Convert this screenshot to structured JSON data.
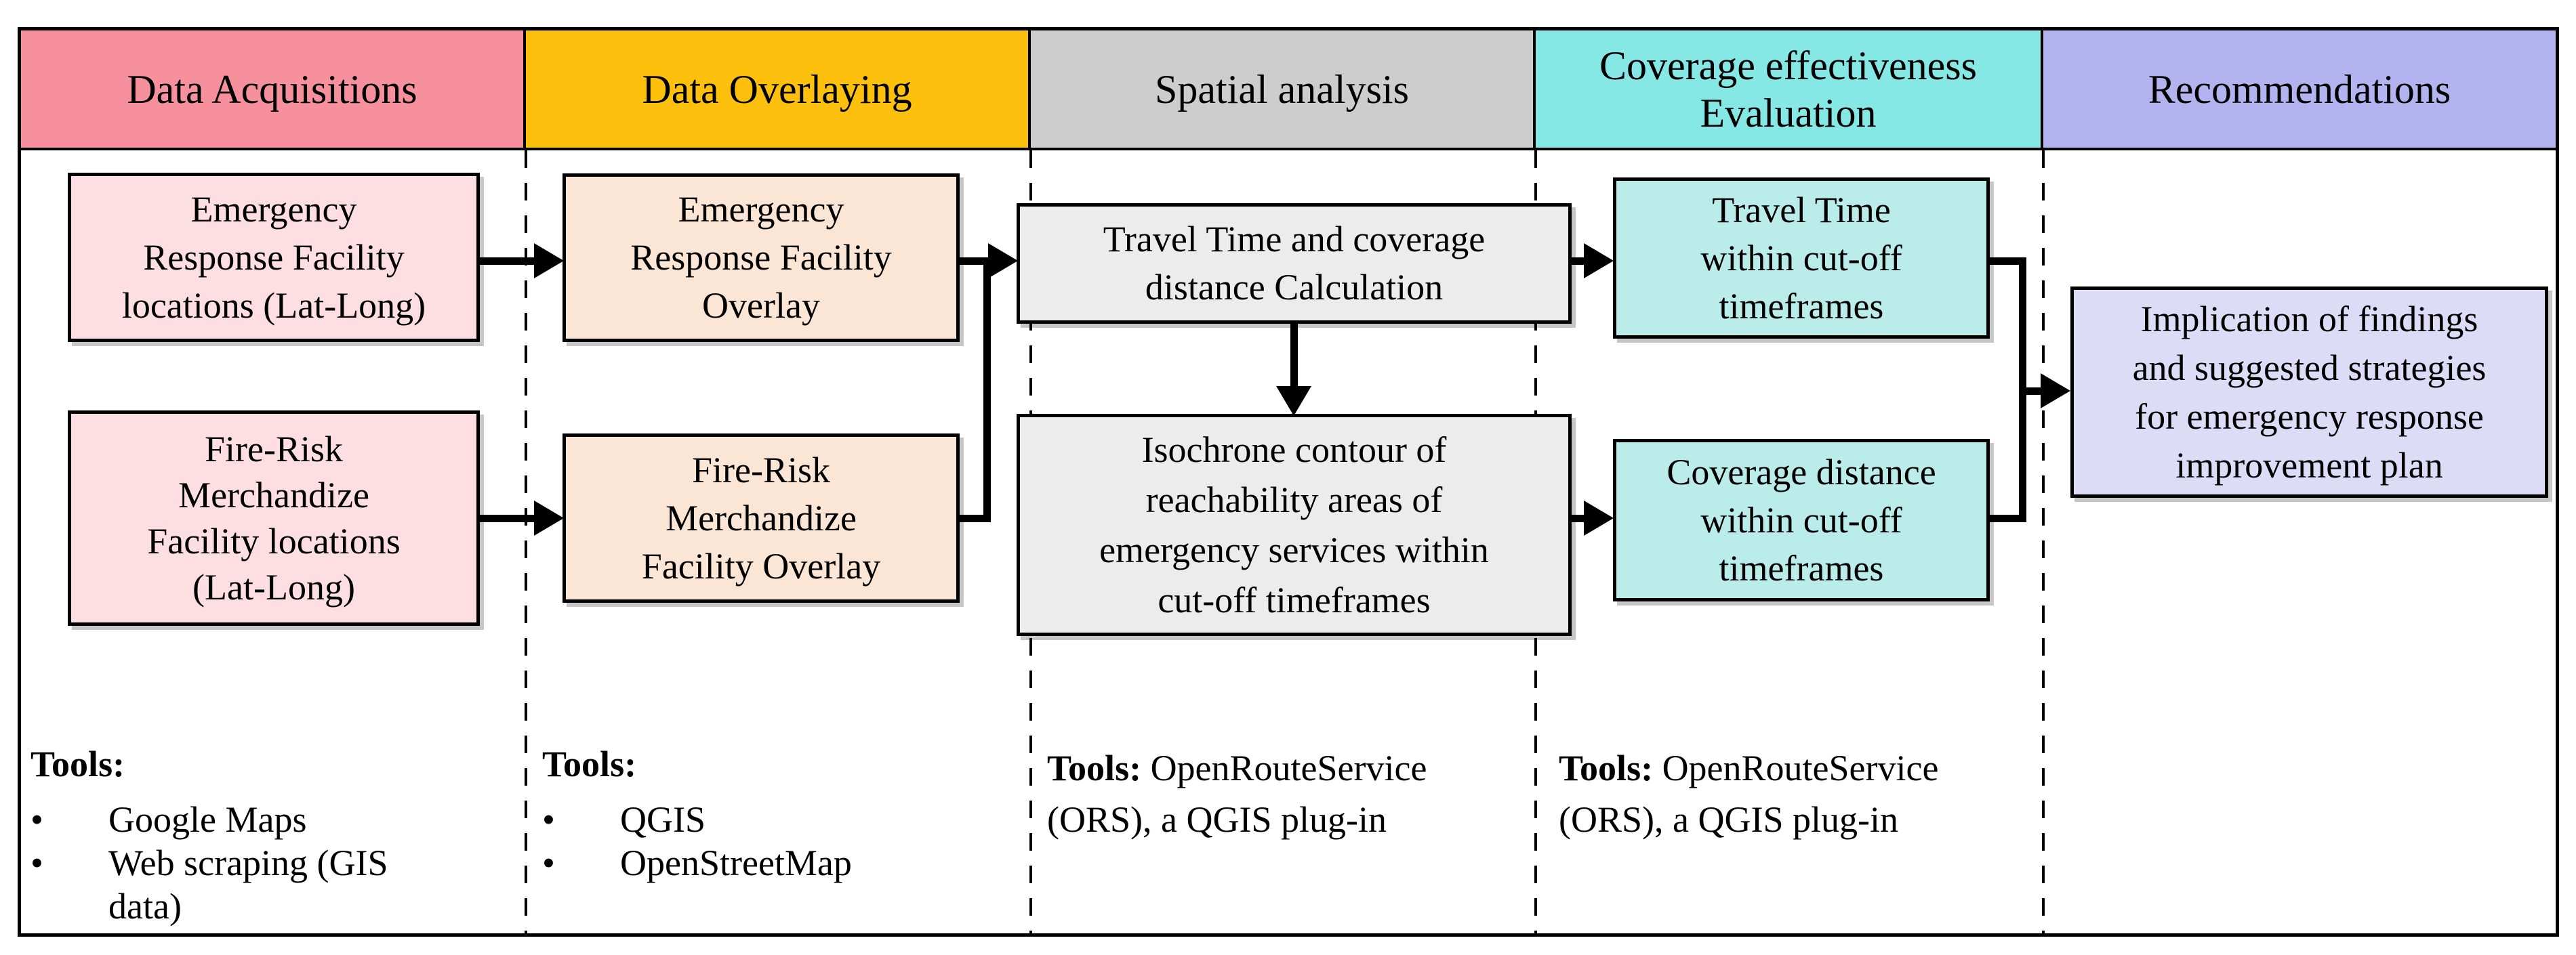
{
  "palette": {
    "header_pink": "#F6909D",
    "header_yellow": "#FDC10D",
    "header_gray": "#CDCDCD",
    "header_cyan": "#85E8E4",
    "header_purple": "#B3B4EF",
    "box_pink": "#FCDEE3",
    "box_peach": "#FBE5D4",
    "box_gray": "#ECECEC",
    "box_cyan": "#BAECEA",
    "box_purple": "#DCDCF6",
    "line": "#000000"
  },
  "ui": {
    "bullet": "•"
  },
  "columns": [
    {
      "header": {
        "lines": [
          "Data Acquisitions"
        ]
      },
      "boxes": [
        {
          "lines": [
            "Emergency",
            "Response Facility",
            "locations (Lat-Long)"
          ]
        },
        {
          "lines": [
            "Fire-Risk",
            "Merchandize",
            "Facility locations",
            "(Lat-Long)"
          ]
        }
      ],
      "tools": {
        "label": "Tools:",
        "items": [
          "Google Maps",
          "Web scraping (GIS data)"
        ]
      }
    },
    {
      "header": {
        "lines": [
          "Data Overlaying"
        ]
      },
      "boxes": [
        {
          "lines": [
            "Emergency",
            "Response Facility",
            "Overlay"
          ]
        },
        {
          "lines": [
            "Fire-Risk",
            "Merchandize",
            "Facility Overlay"
          ]
        }
      ],
      "tools": {
        "label": "Tools:",
        "items": [
          "QGIS",
          "OpenStreetMap"
        ]
      }
    },
    {
      "header": {
        "lines": [
          "Spatial analysis"
        ]
      },
      "boxes": [
        {
          "lines": [
            "Travel Time and coverage",
            "distance Calculation"
          ]
        },
        {
          "lines": [
            "Isochrone contour of",
            "reachability areas of",
            "emergency services within",
            "cut-off timeframes"
          ]
        }
      ],
      "tools": {
        "label": "Tools:",
        "text": "OpenRouteService (ORS), a QGIS plug-in"
      }
    },
    {
      "header": {
        "lines": [
          "Coverage effectiveness",
          "Evaluation"
        ]
      },
      "boxes": [
        {
          "lines": [
            "Travel Time",
            "within cut-off",
            "timeframes"
          ]
        },
        {
          "lines": [
            "Coverage distance",
            "within cut-off",
            "timeframes"
          ]
        }
      ],
      "tools": {
        "label": "Tools:",
        "text": "OpenRouteService (ORS), a QGIS plug-in"
      }
    },
    {
      "header": {
        "lines": [
          "Recommendations"
        ]
      },
      "boxes": [
        {
          "lines": [
            "Implication of findings",
            "and suggested strategies",
            "for emergency response",
            "improvement plan"
          ]
        }
      ]
    }
  ]
}
